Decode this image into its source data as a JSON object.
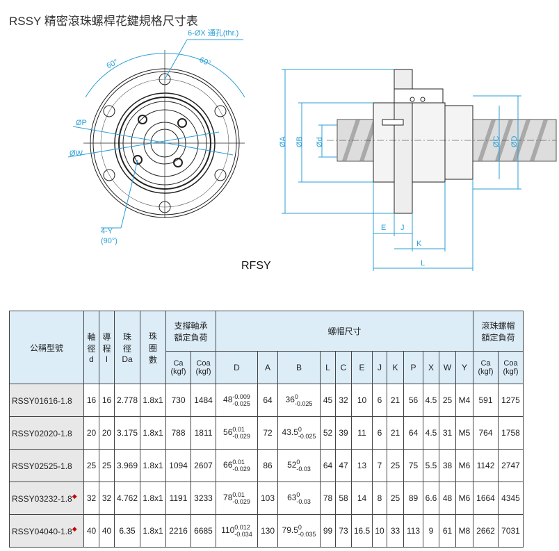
{
  "title": "RSSY 精密滾珠螺桿花鍵規格尺寸表",
  "diagram": {
    "front_labels": {
      "holes": "6-ØX 通孔(thr.)",
      "angle_left": "60°",
      "angle_right": "60°",
      "p": "ØP",
      "w": "ØW",
      "y": "4-Y",
      "y_angle": "(90°)"
    },
    "side_labels": {
      "a": "ØA",
      "b": "ØB",
      "d": "Ød",
      "c": "ØC",
      "dd": "ØD",
      "e": "E",
      "j": "J",
      "k": "K",
      "l": "L"
    },
    "caption": "RFSY"
  },
  "table": {
    "head": {
      "model": "公稱型號",
      "d": [
        "軸",
        "徑",
        "d"
      ],
      "l": [
        "導",
        "程",
        "l"
      ],
      "da": [
        "珠",
        "徑",
        "Da"
      ],
      "turns": [
        "珠",
        "圈",
        "數"
      ],
      "support": [
        "支撐軸承",
        "額定負荷"
      ],
      "nut": "螺帽尺寸",
      "ball": [
        "滾珠螺帽",
        "額定負荷"
      ],
      "ca": [
        "Ca",
        "(kgf)"
      ],
      "coa": [
        "Coa",
        "(kgf)"
      ],
      "cols": [
        "D",
        "A",
        "B",
        "L",
        "C",
        "E",
        "J",
        "K",
        "P",
        "X",
        "W",
        "Y"
      ]
    },
    "rows": [
      {
        "model": "RSSY01616-1.8",
        "star": "",
        "d": "16",
        "l": "16",
        "da": "2.778",
        "turns": "1.8x1",
        "ca": "730",
        "coa": "1484",
        "D": "48",
        "D_up": "-0.009",
        "D_lo": "-0.025",
        "A": "64",
        "B": "36",
        "B_up": "0",
        "B_lo": "-0.025",
        "L": "45",
        "C": "32",
        "E": "10",
        "J": "6",
        "K": "21",
        "P": "56",
        "X": "4.5",
        "W": "25",
        "Y": "M4",
        "ca2": "591",
        "coa2": "1275"
      },
      {
        "model": "RSSY02020-1.8",
        "star": "",
        "d": "20",
        "l": "20",
        "da": "3.175",
        "turns": "1.8x1",
        "ca": "788",
        "coa": "1811",
        "D": "56",
        "D_up": "0.01",
        "D_lo": "-0.029",
        "A": "72",
        "B": "43.5",
        "B_up": "0",
        "B_lo": "-0.025",
        "L": "52",
        "C": "39",
        "E": "11",
        "J": "6",
        "K": "21",
        "P": "64",
        "X": "4.5",
        "W": "31",
        "Y": "M5",
        "ca2": "764",
        "coa2": "1758"
      },
      {
        "model": "RSSY02525-1.8",
        "star": "",
        "d": "25",
        "l": "25",
        "da": "3.969",
        "turns": "1.8x1",
        "ca": "1094",
        "coa": "2607",
        "D": "66",
        "D_up": "0.01",
        "D_lo": "-0.029",
        "A": "86",
        "B": "52",
        "B_up": "0",
        "B_lo": "-0.03",
        "L": "64",
        "C": "47",
        "E": "13",
        "J": "7",
        "K": "25",
        "P": "75",
        "X": "5.5",
        "W": "38",
        "Y": "M6",
        "ca2": "1142",
        "coa2": "2747"
      },
      {
        "model": "RSSY03232-1.8",
        "star": "◆",
        "d": "32",
        "l": "32",
        "da": "4.762",
        "turns": "1.8x1",
        "ca": "1191",
        "coa": "3233",
        "D": "78",
        "D_up": "0.01",
        "D_lo": "-0.029",
        "A": "103",
        "B": "63",
        "B_up": "0",
        "B_lo": "-0.03",
        "L": "78",
        "C": "58",
        "E": "14",
        "J": "8",
        "K": "25",
        "P": "89",
        "X": "6.6",
        "W": "48",
        "Y": "M6",
        "ca2": "1664",
        "coa2": "4345"
      },
      {
        "model": "RSSY04040-1.8",
        "star": "◆",
        "d": "40",
        "l": "40",
        "da": "6.35",
        "turns": "1.8x1",
        "ca": "2216",
        "coa": "6685",
        "D": "110",
        "D_up": "0.012",
        "D_lo": "-0.034",
        "A": "130",
        "B": "79.5",
        "B_up": "0",
        "B_lo": "-0.035",
        "L": "99",
        "C": "73",
        "E": "16.5",
        "J": "10",
        "K": "33",
        "P": "113",
        "X": "9",
        "W": "61",
        "Y": "M8",
        "ca2": "2662",
        "coa2": "7031"
      }
    ]
  }
}
